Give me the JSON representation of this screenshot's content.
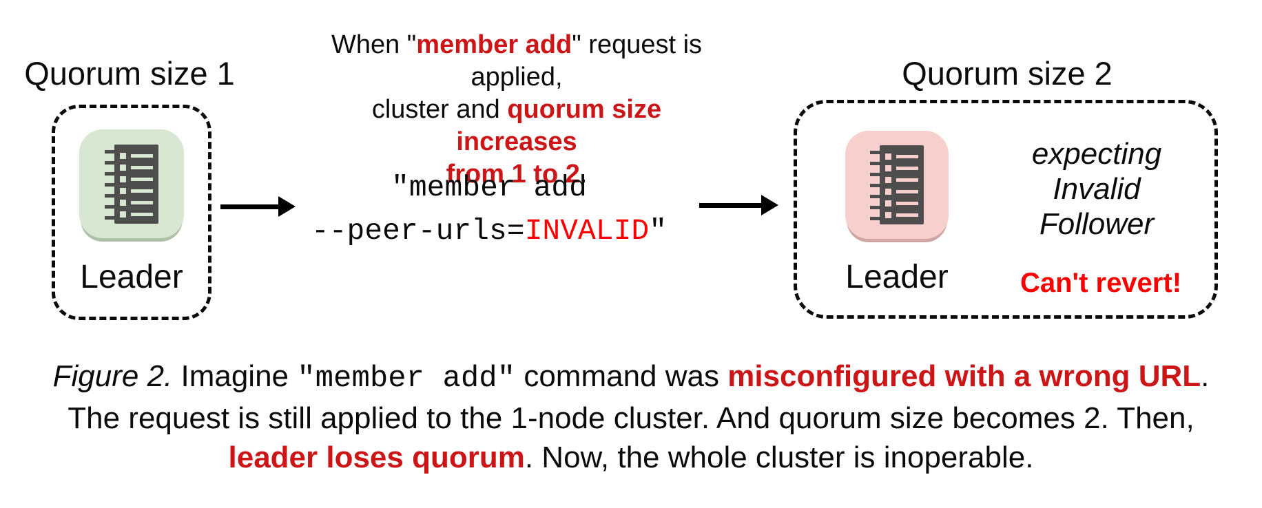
{
  "figure": {
    "left_cluster": {
      "title": "Quorum size 1",
      "node": {
        "label": "Leader",
        "icon": "ledger-icon",
        "state": "green"
      }
    },
    "annotation_lines": [
      [
        {
          "t": "When \"",
          "s": "p"
        },
        {
          "t": "member add",
          "s": "r"
        },
        {
          "t": "\" request is applied,",
          "s": "p"
        }
      ],
      [
        {
          "t": "cluster and ",
          "s": "p"
        },
        {
          "t": "quorum size increases",
          "s": "r"
        }
      ],
      [
        {
          "t": "from 1 to 2",
          "s": "r"
        },
        {
          "t": ".",
          "s": "p"
        }
      ]
    ],
    "command_lines": [
      [
        {
          "t": "\"member add",
          "s": "m"
        }
      ],
      [
        {
          "t": "--peer-urls=",
          "s": "m"
        },
        {
          "t": "INVALID",
          "s": "mr"
        },
        {
          "t": "\"",
          "s": "m"
        }
      ]
    ],
    "right_cluster": {
      "title": "Quorum size 2",
      "node": {
        "label": "Leader",
        "icon": "ledger-icon",
        "state": "pink"
      },
      "expectation_lines": [
        "expecting",
        "Invalid",
        "Follower"
      ],
      "warning": "Can't revert!"
    },
    "caption_lines": [
      [
        {
          "t": "Figure 2.",
          "s": "i"
        },
        {
          "t": " Imagine ",
          "s": "p"
        },
        {
          "t": "\"member add\"",
          "s": "m"
        },
        {
          "t": " command was ",
          "s": "p"
        },
        {
          "t": "misconfigured with a wrong URL",
          "s": "r"
        },
        {
          "t": ".",
          "s": "p"
        }
      ],
      [
        {
          "t": "The request is still applied to the 1-node cluster. And quorum size becomes 2. Then,",
          "s": "p"
        }
      ],
      [
        {
          "t": "leader loses quorum",
          "s": "r"
        },
        {
          "t": ". Now, the whole cluster is inoperable.",
          "s": "p"
        }
      ]
    ]
  },
  "colors": {
    "text": "#0b0b0b",
    "border": "#0a0a0a",
    "red-bold": "#cb1516",
    "red-bright": "#fb0000",
    "node-green-bg": "#d8e7d1",
    "node-green-shadow": "#afc0a8",
    "node-pink-bg": "#f7cfcc",
    "node-pink-shadow": "#cfa6a4",
    "glyph-dark": "#4e4e4e"
  }
}
